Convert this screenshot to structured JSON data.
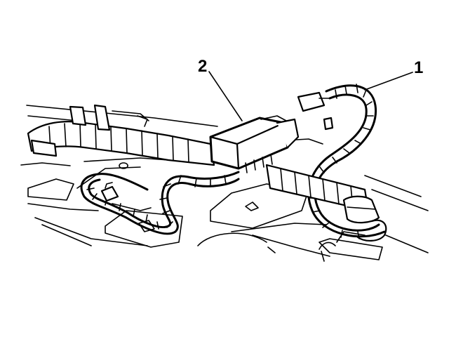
{
  "callouts": [
    {
      "id": "callout-1",
      "label": "1"
    },
    {
      "id": "callout-2",
      "label": "2"
    }
  ],
  "colors": {
    "ink": "#000000",
    "paper": "#ffffff"
  }
}
